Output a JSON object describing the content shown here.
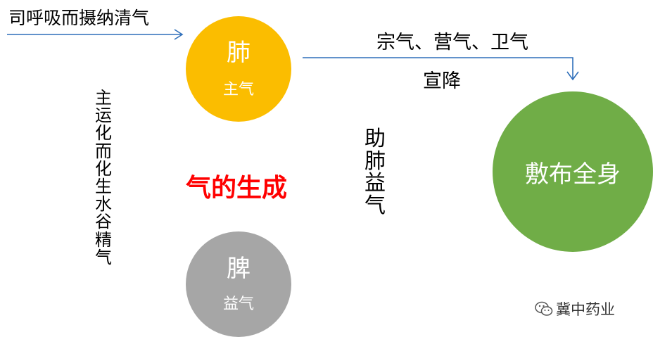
{
  "colors": {
    "arrow": "#2f6fba",
    "lung": "#fbbd00",
    "spleen": "#a6a6a6",
    "body": "#70ad47",
    "title": "#ff0000"
  },
  "input_arrow": {
    "label": "司呼吸而摄纳清气"
  },
  "lung": {
    "name": "肺",
    "role": "主气"
  },
  "spleen": {
    "name": "脾",
    "role": "益气"
  },
  "center_title": "气的生成",
  "left_vertical": "主运化而化生水谷精气",
  "middle_vertical": "助肺益气",
  "output_arrow": {
    "label_top": "宗气、营气、卫气",
    "label_bottom": "宣降"
  },
  "body_circle": {
    "label": "敷布全身"
  },
  "watermark": {
    "icon": "wechat-icon",
    "text": "冀中药业"
  }
}
